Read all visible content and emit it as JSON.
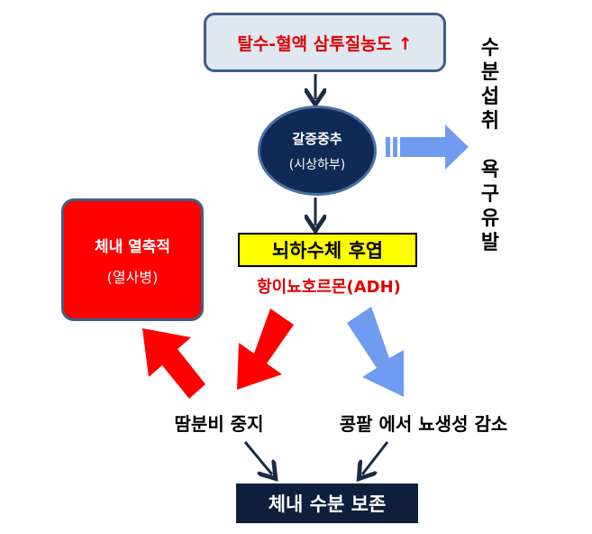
{
  "top_box": {
    "text": "탈수-혈액 삼투질농도 ↑"
  },
  "hypothalamus": {
    "main": "갈증중추",
    "sub": "(시상하부)"
  },
  "pituitary": {
    "text": "뇌하수체 후엽"
  },
  "adh": {
    "text": "항이뇨호르몬(ADH)"
  },
  "heat_stroke": {
    "main": "체내 열축적",
    "sub": "(열사병)"
  },
  "water_desire": {
    "chars": [
      "수",
      "분",
      "섭",
      "취",
      "",
      "욕",
      "구",
      "유",
      "발"
    ]
  },
  "sweat_stop": {
    "text": "땀분비 중지"
  },
  "kidney_reduce": {
    "text": "콩팥 에서 뇨생성 감소"
  },
  "bottom_box": {
    "text": "체내 수분 보존"
  },
  "colors": {
    "red": "#e00000",
    "navy": "#0f2a55",
    "light_blue_arrow": "#6f9cf0",
    "yellow": "#ffff00",
    "dark_arrow": "#1b2b45"
  }
}
